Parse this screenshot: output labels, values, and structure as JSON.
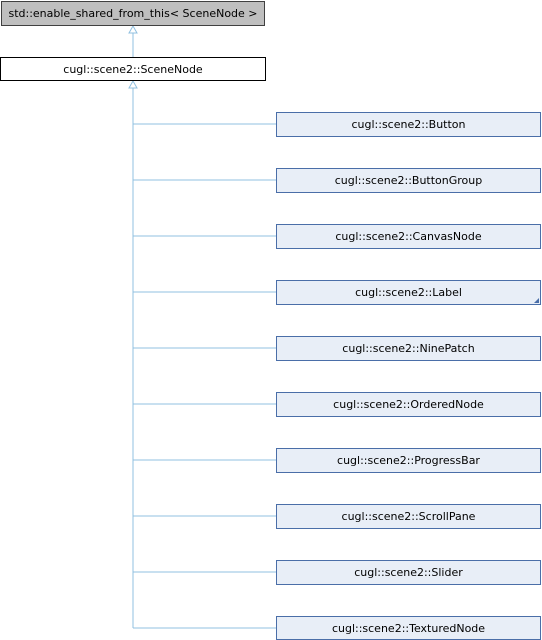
{
  "diagram": {
    "base_class": "std::enable_shared_from_this< SceneNode >",
    "class": "cugl::scene2::SceneNode",
    "derived": [
      {
        "label": "cugl::scene2::Button",
        "has_children": false
      },
      {
        "label": "cugl::scene2::ButtonGroup",
        "has_children": false
      },
      {
        "label": "cugl::scene2::CanvasNode",
        "has_children": false
      },
      {
        "label": "cugl::scene2::Label",
        "has_children": true
      },
      {
        "label": "cugl::scene2::NinePatch",
        "has_children": false
      },
      {
        "label": "cugl::scene2::OrderedNode",
        "has_children": false
      },
      {
        "label": "cugl::scene2::ProgressBar",
        "has_children": false
      },
      {
        "label": "cugl::scene2::ScrollPane",
        "has_children": false
      },
      {
        "label": "cugl::scene2::Slider",
        "has_children": false
      },
      {
        "label": "cugl::scene2::TexturedNode",
        "has_children": false
      }
    ]
  },
  "colors": {
    "base_fill": "#bfbfbf",
    "class_fill": "#ffffff",
    "derived_fill": "#e8eef7",
    "derived_border": "#4a6ea8",
    "edge": "#90c0e0"
  }
}
